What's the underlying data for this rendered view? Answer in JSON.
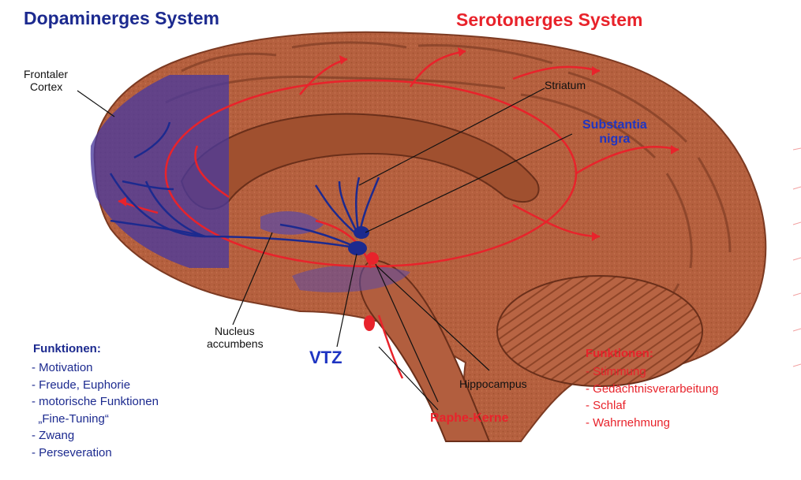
{
  "titles": {
    "dopamine": "Dopaminerges System",
    "serotonin": "Serotonerges System"
  },
  "labels": {
    "frontal_line1": "Frontaler",
    "frontal_line2": "Cortex",
    "striatum": "Striatum",
    "substantia_line1": "Substantia",
    "substantia_line2": "nigra",
    "nucleus_line1": "Nucleus",
    "nucleus_line2": "accumbens",
    "vtz": "VTZ",
    "hippocampus": "Hippocampus",
    "raphe": "Raphe-Kerne"
  },
  "dopamine_functions": {
    "title": "Funktionen:",
    "items": [
      "- Motivation",
      "- Freude, Euphorie",
      "- motorische Funktionen",
      "  „Fine-Tuning“",
      "- Zwang",
      "- Perseveration"
    ]
  },
  "serotonin_functions": {
    "title": "Funktionen:",
    "items": [
      "- Stimmung",
      "- Gedächtnisverarbeitung",
      "- Schlaf",
      "- Wahrnehmung"
    ]
  },
  "colors": {
    "dopamine": "#1c2a8f",
    "serotonin": "#e8232b",
    "brain": "#b45e3f",
    "brain_dark": "#7c3a22"
  }
}
